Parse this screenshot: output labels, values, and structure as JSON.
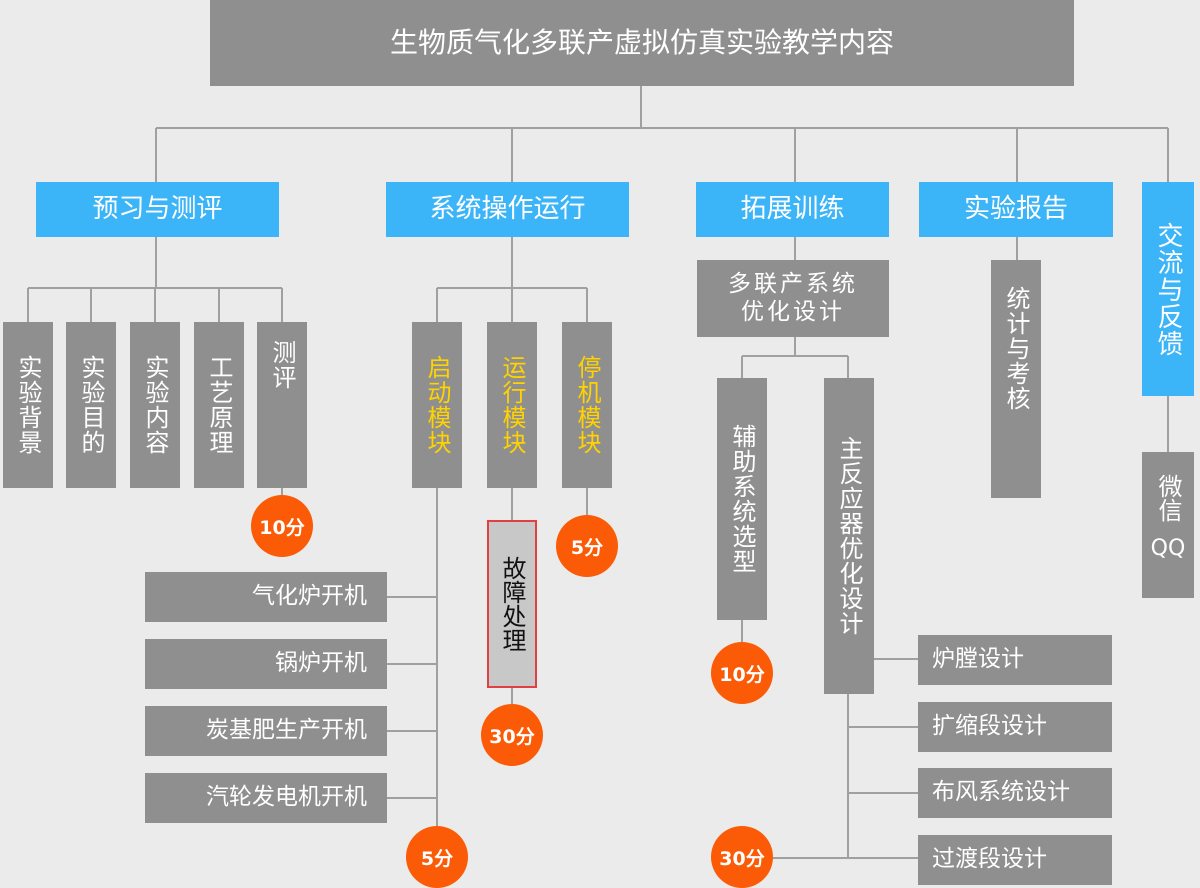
{
  "title": "生物质气化多联产虚拟仿真实验教学内容",
  "categories": {
    "preview": "预习与测评",
    "operation": "系统操作运行",
    "extension": "拓展训练",
    "report": "实验报告",
    "exchange": "交流与反馈"
  },
  "preview_items": [
    "实验背景",
    "实验目的",
    "实验内容",
    "工艺原理",
    "测评"
  ],
  "operation_modules": [
    "启动模块",
    "运行模块",
    "停机模块"
  ],
  "startup_items": [
    "气化炉开机",
    "锅炉开机",
    "炭基肥生产开机",
    "汽轮发电机开机"
  ],
  "fault": "故障处理",
  "extension_sub": {
    "line1": "多联产系统",
    "line2": "优化设计"
  },
  "aux_selection": "辅助系统选型",
  "main_reactor": "主反应器优化设计",
  "reactor_items": [
    "炉膛设计",
    "扩缩段设计",
    "布风系统设计",
    "过渡段设计"
  ],
  "report_item": "统计与考核",
  "exchange_items": {
    "wechat": "微信",
    "qq": "QQ"
  },
  "scores": {
    "evaluation": "10分",
    "startup": "5分",
    "fault": "30分",
    "shutdown": "5分",
    "aux": "10分",
    "reactor": "30分"
  },
  "colors": {
    "background": "#ebebeb",
    "gray_box": "#8f8f8f",
    "category_blue": "#3cb4f8",
    "module_text": "#ffd200",
    "badge_orange": "#fb5b06",
    "fault_border": "#e04040",
    "connector": "#a0a0a0"
  }
}
